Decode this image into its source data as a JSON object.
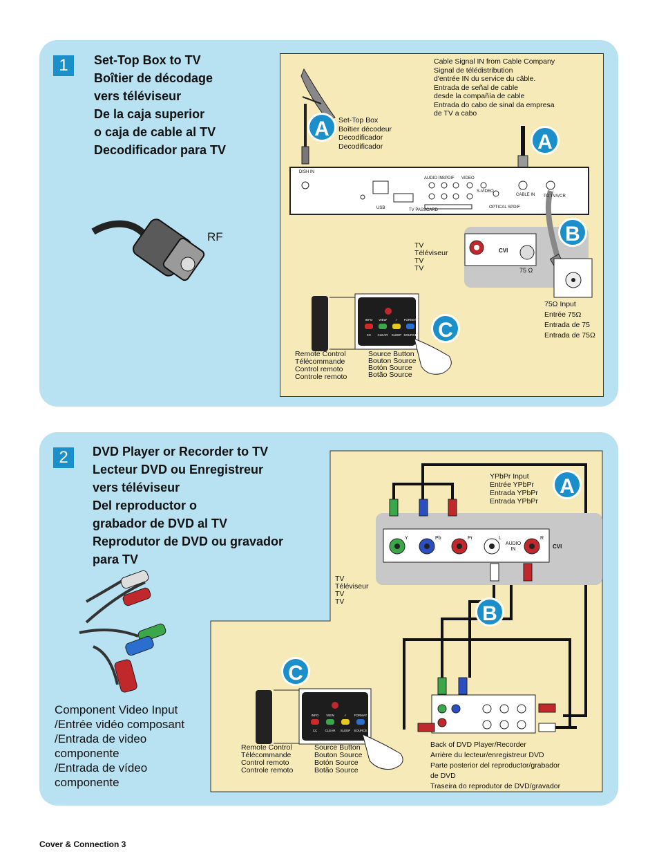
{
  "section1": {
    "number": "1",
    "title": [
      "Set-Top Box to TV",
      "Boîtier de décodage",
      "vers téléviseur",
      "De la caja superior",
      "o caja de cable al TV",
      "Decodificador para TV"
    ],
    "rf_label": "RF",
    "cable_signal": [
      "Cable Signal IN from Cable Company",
      "Signal de télédistribution",
      "d'entrée IN du service du câble.",
      "Entrada de señal de cable",
      "desde la compañía de cable",
      "Entrada do cabo de sinal da empresa",
      "de TV a cabo"
    ],
    "settop": [
      "Set-Top Box",
      "Boîtier décodeur",
      "Decodificador",
      "Decodificador"
    ],
    "tv": [
      "TV",
      "Téléviseur",
      "TV",
      "TV"
    ],
    "input75": [
      "75Ω Input",
      "Entrée 75Ω",
      "Entrada de 75",
      "Entrada de 75Ω"
    ],
    "remote": [
      "Remote Control",
      "Télécommande",
      "Control remoto",
      "Controle remoto"
    ],
    "source": [
      "Source Button",
      "Bouton Source",
      "Botón Source",
      "Botão Source"
    ],
    "badges": [
      "A",
      "A",
      "B",
      "C"
    ],
    "ports": {
      "dish": "DISH IN",
      "usb": "USB",
      "audio_in": "AUDIO IN",
      "spdif": "SPDIF",
      "video": "VIDEO",
      "svideo": "S-VIDEO",
      "cable_in": "CABLE IN",
      "to_tv": "TO TV/VCR",
      "tv_passcard": "TV PASSCARD",
      "optical": "OPTICAL SPDIF",
      "cvi": "CVI",
      "ohm": "75 Ω"
    }
  },
  "section2": {
    "number": "2",
    "title": [
      "DVD Player or Recorder to TV",
      "Lecteur DVD ou Enregistreur",
      "vers téléviseur",
      "Del reproductor o",
      "grabador de DVD al TV",
      "Reprodutor de DVD ou gravador",
      "para TV"
    ],
    "component": [
      "Component Video Input",
      "/Entrée vidéo composant",
      "/Entrada de video",
      "componente",
      "/Entrada de vídeo",
      "componente"
    ],
    "ypbpr": [
      "YPbPr Input",
      "Entrée YPbPr",
      "Entrada YPbPr",
      "Entrada YPbPr"
    ],
    "tv": [
      "TV",
      "Téléviseur",
      "TV",
      "TV"
    ],
    "back_dvd": [
      "Back of DVD Player/Recorder",
      "Arrière du lecteur/enregistreur DVD",
      "Parte posterior del reproductor/grabador",
      "de DVD",
      "Traseira do reprodutor de DVD/gravador"
    ],
    "remote": [
      "Remote Control",
      "Télécommande",
      "Control remoto",
      "Controle remoto"
    ],
    "source": [
      "Source Button",
      "Bouton Source",
      "Botón Source",
      "Botão Source"
    ],
    "badges": [
      "A",
      "B",
      "C"
    ],
    "ports": {
      "y": "Y",
      "pb": "Pb",
      "pr": "Pr",
      "l": "L",
      "r": "R",
      "audio_in": "AUDIO IN",
      "cvi": "CVI"
    }
  },
  "remote_buttons": [
    "INFO",
    "VIEW",
    "✓",
    "FORMAT",
    "CC",
    "CLEAR",
    "SLEEP",
    "SOURCE"
  ],
  "colors": {
    "panel": "#b8e2f2",
    "accent": "#1a8fc9",
    "diagram_bg": "#f6ebb8",
    "tv_gray": "#c8c8c8"
  },
  "footer": "Cover & Connection 3"
}
